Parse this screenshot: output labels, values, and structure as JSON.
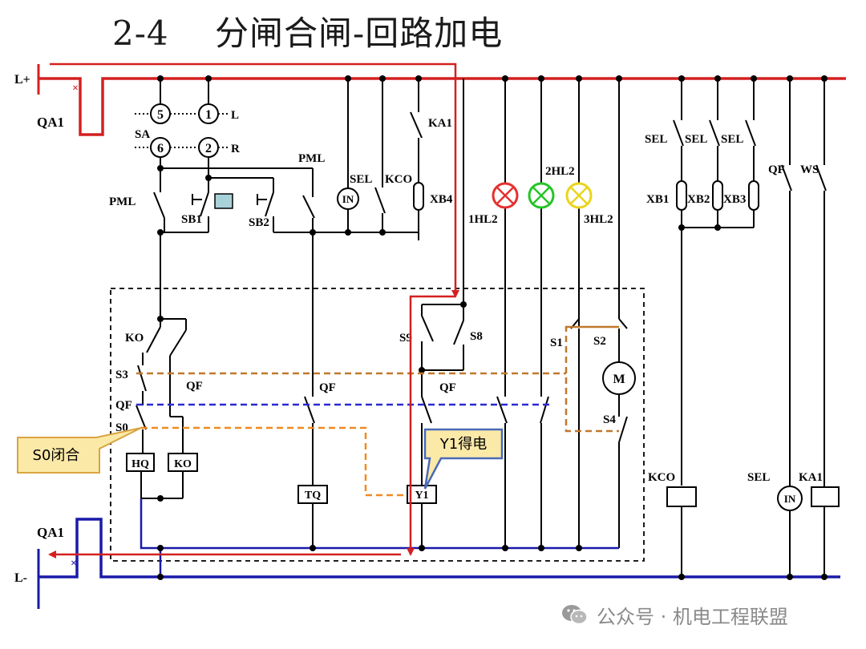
{
  "title": "2-4    分闸合闸-回路加电",
  "watermark": {
    "icon": "wechat-icon",
    "text": "公众号 · 机电工程联盟"
  },
  "labels": {
    "l_plus": "L+",
    "l_minus": "L-",
    "qa1_top": "QA1",
    "qa1_bottom": "QA1",
    "sa": "SA",
    "sa_5": "5",
    "sa_1": "1",
    "sa_6": "6",
    "sa_2": "2",
    "sa_L": "L",
    "sa_R": "R",
    "pml_left": "PML",
    "pml_right": "PML",
    "sb1": "SB1",
    "sb2": "SB2",
    "sel_top": "SEL",
    "in_top": "IN",
    "kco_top": "KCO",
    "ka1_top": "KA1",
    "xb4": "XB4",
    "hl1": "1HL2",
    "hl2": "2HL2",
    "hl3": "3HL2",
    "sel_r1": "SEL",
    "sel_r2": "SEL",
    "sel_r3": "SEL",
    "xb1": "XB1",
    "xb2": "XB2",
    "xb3": "XB3",
    "qf_right": "QF",
    "ws": "WS",
    "ko_top": "KO",
    "s3": "S3",
    "qf_1": "QF",
    "qf_2": "QF",
    "qf_3": "QF",
    "qf_4": "QF",
    "s0": "S0",
    "hq": "HQ",
    "ko_box": "KO",
    "tq": "TQ",
    "y1": "Y1",
    "s9": "S9",
    "s8": "S8",
    "s1": "S1",
    "s2": "S2",
    "motor": "M",
    "s4": "S4",
    "kco_bottom": "KCO",
    "sel_bottom": "SEL",
    "in_bottom": "IN",
    "ka1_bottom": "KA1"
  },
  "callouts": {
    "s0_closed": "S0闭合",
    "y1_energized": "Y1得电"
  },
  "colors": {
    "positive_bus": "#d42020",
    "negative_bus": "#1a1aa8",
    "current_path": "#d42020",
    "mech_link_orange": "#c0782c",
    "mech_link_blue": "#2a2ad0",
    "dashed_orange": "#f08a20",
    "callout_fill": "#fbe9a8",
    "callout_border": "#d9a440",
    "y1_callout_border": "#4a6ab8",
    "lamp_red": "#e53030",
    "lamp_green": "#26c526",
    "lamp_yellow": "#e8d51a",
    "sb_indicator": "#a8d2d8"
  }
}
